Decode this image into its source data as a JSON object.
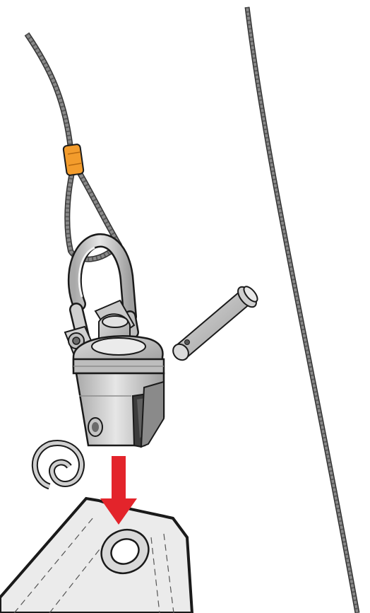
{
  "diagram": {
    "kind": "assembly-illustration",
    "parts": [
      "wire-rope-with-thimble-eye",
      "orange-crimp-sleeve",
      "swivel-shackle",
      "clevis-fitting",
      "clevis-pin",
      "split-ring",
      "sail-head-with-grommet",
      "straight-wire-rope"
    ],
    "colors": {
      "wire": "#6b6b6b",
      "wire_light": "#9a9a9a",
      "metal": "#d4d4d4",
      "metal_dark": "#8c8c8c",
      "sleeve": "#f39c2c",
      "arrow": "#e3242b",
      "sail": "#ebebeb",
      "outline": "#1a1a1a"
    }
  }
}
